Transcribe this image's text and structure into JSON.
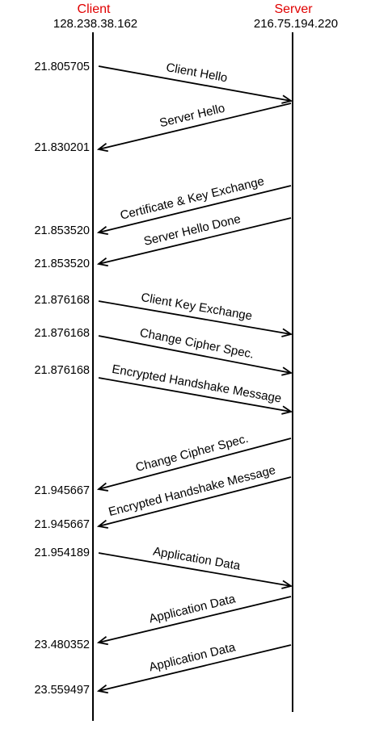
{
  "client": {
    "name": "Client",
    "ip": "128.238.38.162"
  },
  "server": {
    "name": "Server",
    "ip": "216.75.194.220"
  },
  "colors": {
    "header": "#e00000",
    "ink": "#000000"
  },
  "messages": [
    {
      "label": "Client Hello",
      "direction": "client-to-server",
      "timestamp": "21.805705"
    },
    {
      "label": "Server Hello",
      "direction": "server-to-client",
      "timestamp": "21.830201"
    },
    {
      "label": "Certificate & Key Exchange",
      "direction": "server-to-client",
      "timestamp": "21.853520"
    },
    {
      "label": "Server Hello Done",
      "direction": "server-to-client",
      "timestamp": "21.853520"
    },
    {
      "label": "Client Key Exchange",
      "direction": "client-to-server",
      "timestamp": "21.876168"
    },
    {
      "label": "Change Cipher Spec.",
      "direction": "client-to-server",
      "timestamp": "21.876168"
    },
    {
      "label": "Encrypted Handshake Message",
      "direction": "client-to-server",
      "timestamp": "21.876168"
    },
    {
      "label": "Change Cipher Spec.",
      "direction": "server-to-client",
      "timestamp": "21.945667"
    },
    {
      "label": "Encrypted Handshake Message",
      "direction": "server-to-client",
      "timestamp": "21.945667"
    },
    {
      "label": "Application Data",
      "direction": "client-to-server",
      "timestamp": "21.954189"
    },
    {
      "label": "Application Data",
      "direction": "server-to-client",
      "timestamp": "23.480352"
    },
    {
      "label": "Application Data",
      "direction": "server-to-client",
      "timestamp": "23.559497"
    }
  ]
}
